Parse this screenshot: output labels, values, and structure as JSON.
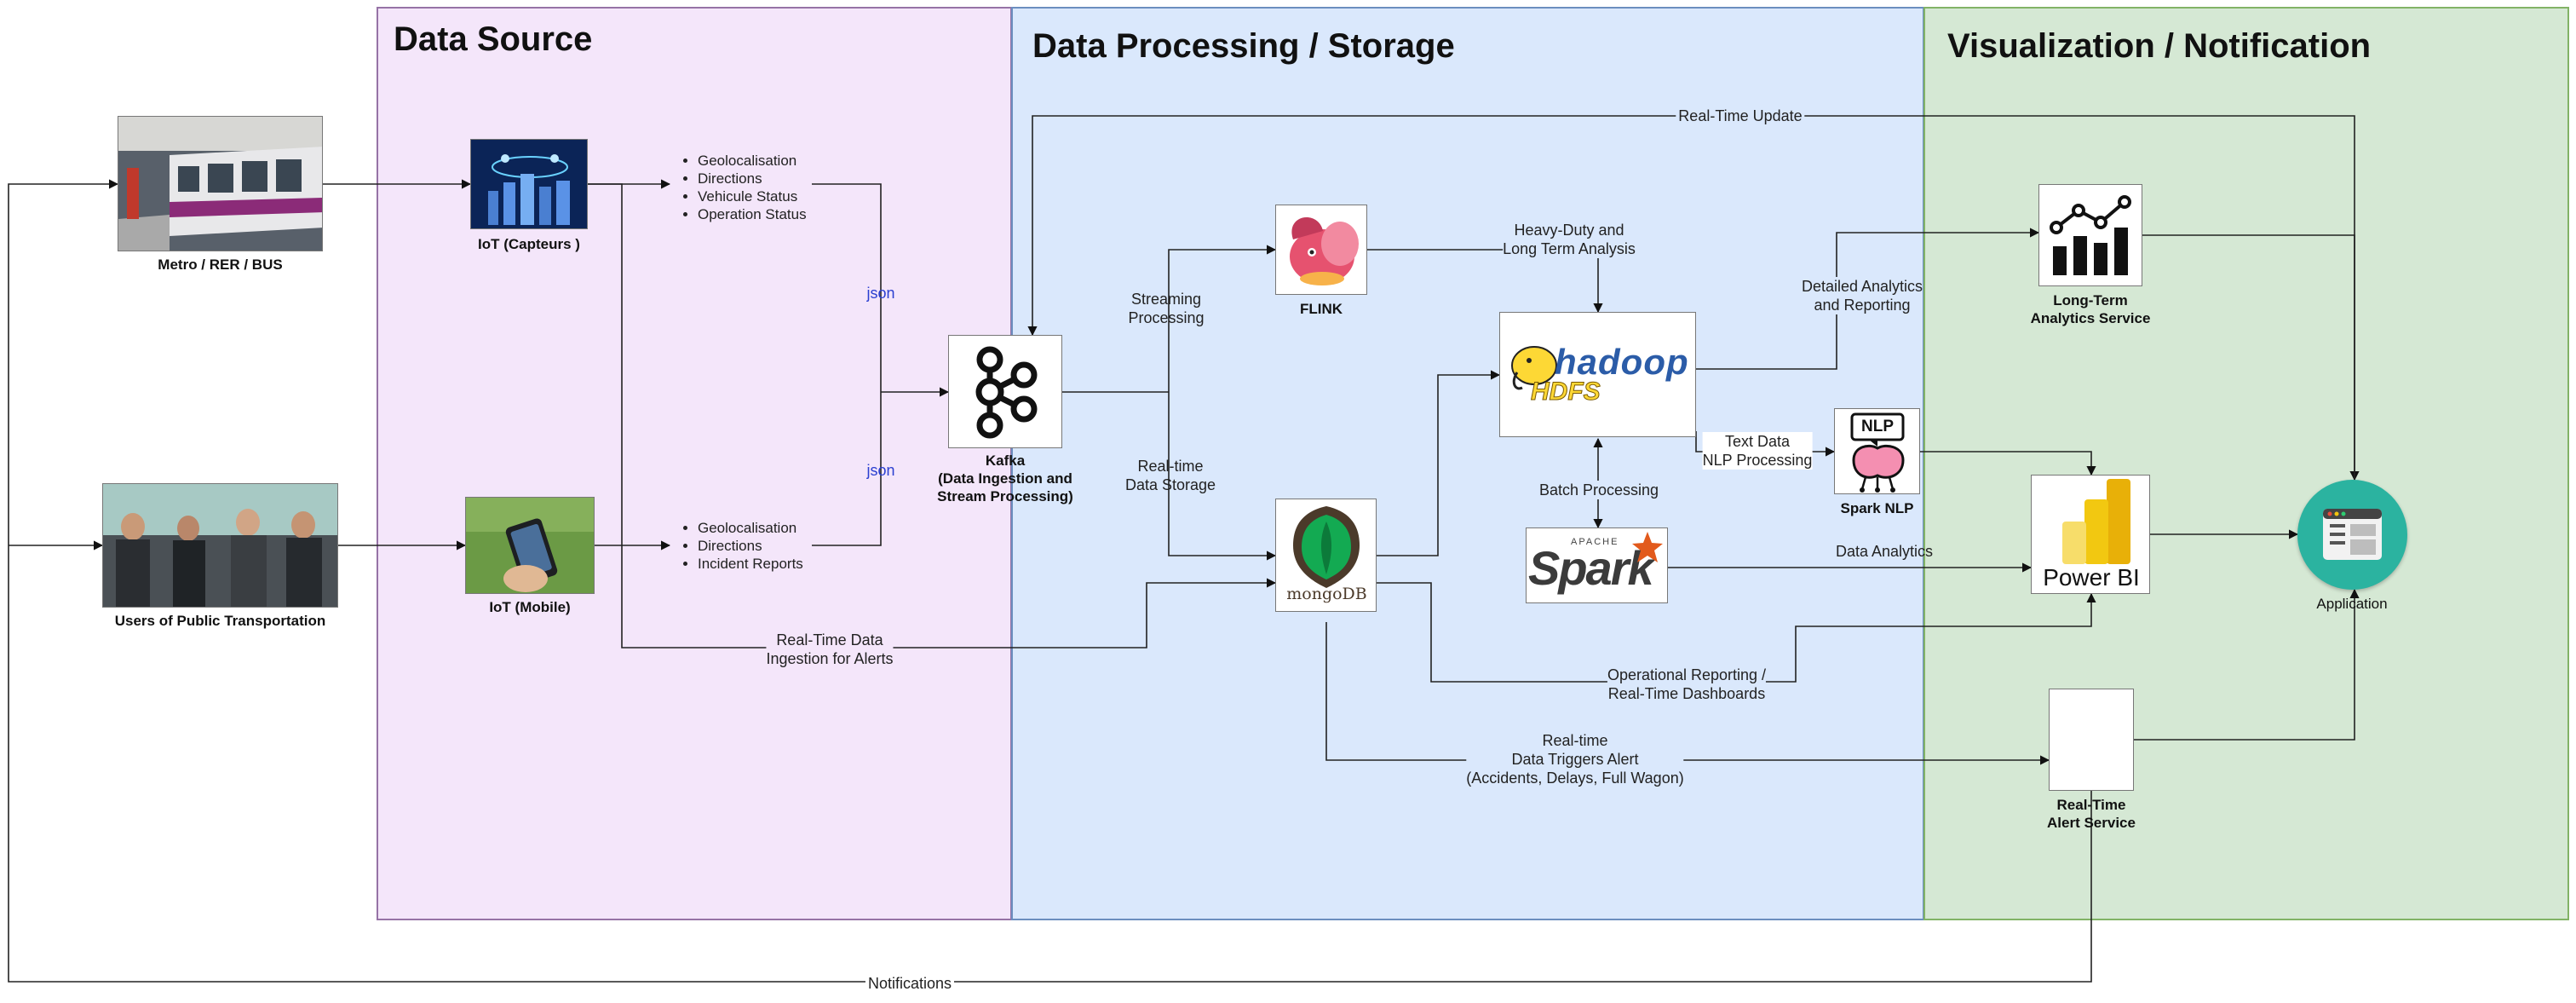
{
  "panels": {
    "source_title": "Data Source",
    "processing_title": "Data Processing / Storage",
    "visualization_title": "Visualization / Notification"
  },
  "nodes": {
    "metro": "Metro / RER / BUS",
    "users": "Users of Public Transportation",
    "iot_sensors": "IoT (Capteurs )",
    "iot_mobile": "IoT (Mobile)",
    "kafka": "Kafka\n(Data Ingestion and\nStream Processing)",
    "flink": "FLINK",
    "mongodb_logo": "mongoDB",
    "hadoop_logo": "hadoop",
    "hdfs_logo": "HDFS",
    "spark_apache": "APACHE",
    "spark_logo": "Spark",
    "spark_nlp_badge": "NLP",
    "spark_nlp": "Spark NLP",
    "analytics_service": "Long-Term\nAnalytics Service",
    "powerbi_logo": "Power BI",
    "alert_service": "Real-Time\nAlert Service",
    "application": "Application"
  },
  "sensor_bullets": [
    "Geolocalisation",
    "Directions",
    "Vehicule Status",
    "Operation Status"
  ],
  "mobile_bullets": [
    "Geolocalisation",
    "Directions",
    "Incident Reports"
  ],
  "edge_labels": {
    "json_top": "json",
    "json_bottom": "json",
    "realtime_update": "Real-Time Update",
    "streaming": "Streaming\nProcessing",
    "realtime_storage": "Real-time\nData Storage",
    "heavy_duty": "Heavy-Duty and\nLong Term Analysis",
    "detailed_analytics": "Detailed Analytics\nand Reporting",
    "text_data": "Text Data\nNLP Processing",
    "batch_processing": "Batch Processing",
    "data_analytics": "Data Analytics",
    "alerts_ingestion": "Real-Time Data\nIngestion for Alerts",
    "operational_reporting": "Operational Reporting /\nReal-Time Dashboards",
    "data_triggers": "Real-time\nData Triggers Alert\n(Accidents, Delays, Full Wagon)",
    "notifications": "Notifications"
  },
  "colors": {
    "source_fill": "#f4e6fa",
    "source_border": "#9673a6",
    "processing_fill": "#dae8fc",
    "processing_border": "#6c8ebf",
    "visualization_fill": "#d5e8d4",
    "visualization_border": "#82b366",
    "json_text": "#2a3fd0",
    "application_circle": "#2bb3a0",
    "powerbi_gold": "#f2c811",
    "flink_pink": "#e6526f",
    "mongodb_green": "#13aa52",
    "spark_orange": "#e25a1c",
    "hadoop_yellow": "#fdd835"
  }
}
